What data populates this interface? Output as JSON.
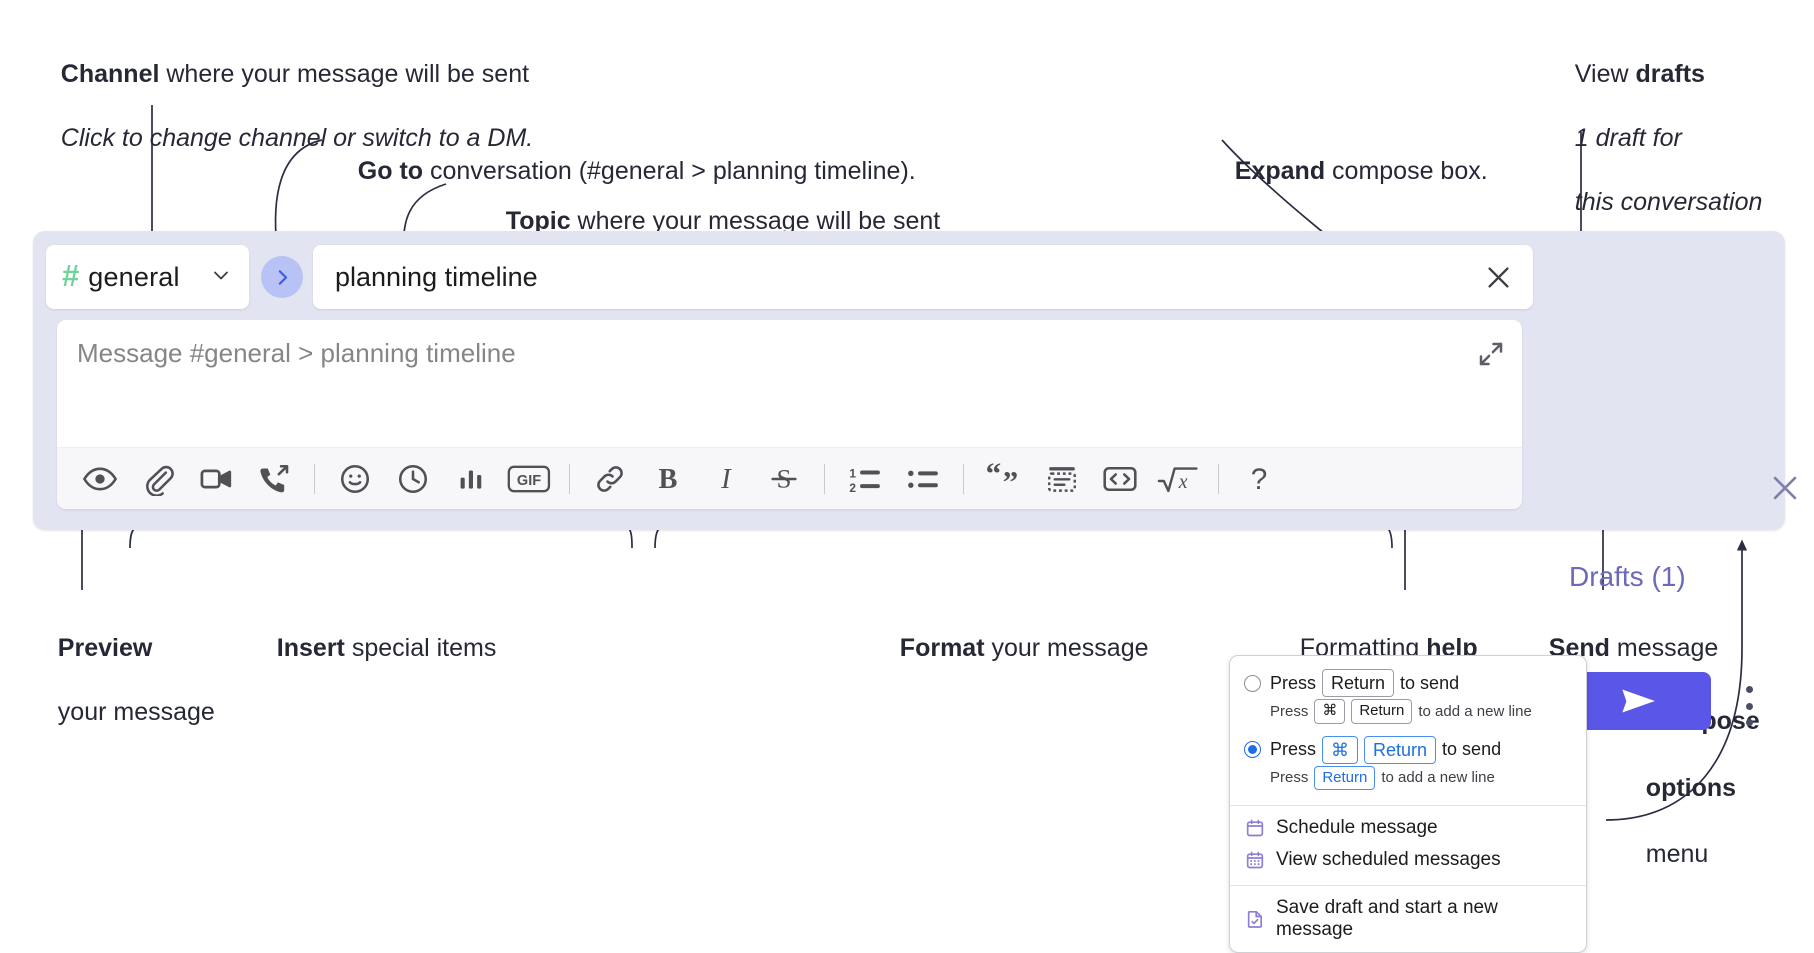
{
  "annotations": {
    "channel": {
      "strong": "Channel",
      "rest": " where your message will be sent",
      "italic": "Click to change channel or switch to a DM."
    },
    "goto": {
      "strong": "Go to",
      "rest": " conversation (#general > planning timeline)."
    },
    "topic": {
      "strong": "Topic",
      "rest": " where your message will be sent"
    },
    "expand": {
      "strong": "Expand",
      "rest": " compose box."
    },
    "drafts": {
      "plain": "View ",
      "strong": "drafts",
      "italic_line1": "1 draft for",
      "italic_line2": "this conversation"
    },
    "preview": {
      "strong": "Preview",
      "rest": "your message"
    },
    "insert": {
      "strong": "Insert",
      "rest": " special items"
    },
    "format": {
      "strong": "Format",
      "rest": " your message"
    },
    "help": {
      "plain": "Formatting ",
      "strong": "help"
    },
    "send": {
      "strong": "Send",
      "rest": " message"
    },
    "compose_options": {
      "strong_line1": "Compose",
      "strong_line2": "options",
      "plain_line3": "menu"
    }
  },
  "compose": {
    "channel_pill": {
      "hash": "#",
      "name": "general",
      "icon": "hash-icon",
      "chevron": "chevron-down-icon"
    },
    "goto_button": {
      "icon": "chevron-right-icon"
    },
    "topic": {
      "value": "planning timeline",
      "clear_icon": "close-icon"
    },
    "message": {
      "placeholder": "Message #general > planning timeline",
      "value": ""
    },
    "expand_icon": "expand-diagonal-icon",
    "close_icon": "close-icon",
    "drafts_label": "Drafts (1)",
    "send_icon": "send-paper-plane-icon",
    "kebab_icon": "more-vertical-icon",
    "accent_color": "#5a56e8",
    "panel_color": "#e3e4f1",
    "drafts_color": "#6b69b8",
    "hash_color": "#6fd39a",
    "toolbar": [
      {
        "name": "preview-icon",
        "label": "Preview"
      },
      {
        "name": "attachment-paperclip-icon",
        "label": "Attach file"
      },
      {
        "name": "video-camera-icon",
        "label": "Video clip"
      },
      {
        "name": "phone-forward-icon",
        "label": "Audio clip"
      },
      {
        "name": "divider",
        "label": ""
      },
      {
        "name": "emoji-smiley-icon",
        "label": "Emoji"
      },
      {
        "name": "clock-icon",
        "label": "Reminder"
      },
      {
        "name": "bar-chart-icon",
        "label": "Poll"
      },
      {
        "name": "gif-icon",
        "label": "GIF"
      },
      {
        "name": "divider",
        "label": ""
      },
      {
        "name": "link-icon",
        "label": "Link"
      },
      {
        "name": "bold-icon",
        "label": "Bold"
      },
      {
        "name": "italic-icon",
        "label": "Italic"
      },
      {
        "name": "strikethrough-icon",
        "label": "Strikethrough"
      },
      {
        "name": "divider",
        "label": ""
      },
      {
        "name": "ordered-list-icon",
        "label": "Ordered list"
      },
      {
        "name": "bulleted-list-icon",
        "label": "Bulleted list"
      },
      {
        "name": "divider",
        "label": ""
      },
      {
        "name": "blockquote-icon",
        "label": "Blockquote"
      },
      {
        "name": "code-block-icon",
        "label": "Code block"
      },
      {
        "name": "inline-code-icon",
        "label": "Code"
      },
      {
        "name": "math-sqrt-icon",
        "label": "Math"
      },
      {
        "name": "divider",
        "label": ""
      },
      {
        "name": "help-question-icon",
        "label": "Formatting help"
      }
    ]
  },
  "menu": {
    "options": [
      {
        "selected": false,
        "prefix": "Press",
        "keys": [
          "Return"
        ],
        "suffix": "to send",
        "sub_prefix": "Press",
        "sub_keys": [
          "⌘",
          "Return"
        ],
        "sub_suffix": "to add a new line"
      },
      {
        "selected": true,
        "prefix": "Press",
        "keys": [
          "⌘",
          "Return"
        ],
        "suffix": "to send",
        "sub_prefix": "Press",
        "sub_keys": [
          "Return"
        ],
        "sub_suffix": "to add a new line"
      }
    ],
    "items": [
      {
        "icon": "calendar-schedule-icon",
        "label": "Schedule message"
      },
      {
        "icon": "calendar-grid-icon",
        "label": "View scheduled messages"
      },
      {
        "icon": "document-check-icon",
        "label": "Save draft and start a new message"
      }
    ],
    "icon_color": "#8b7fd4",
    "selected_color": "#1d6fe3"
  }
}
